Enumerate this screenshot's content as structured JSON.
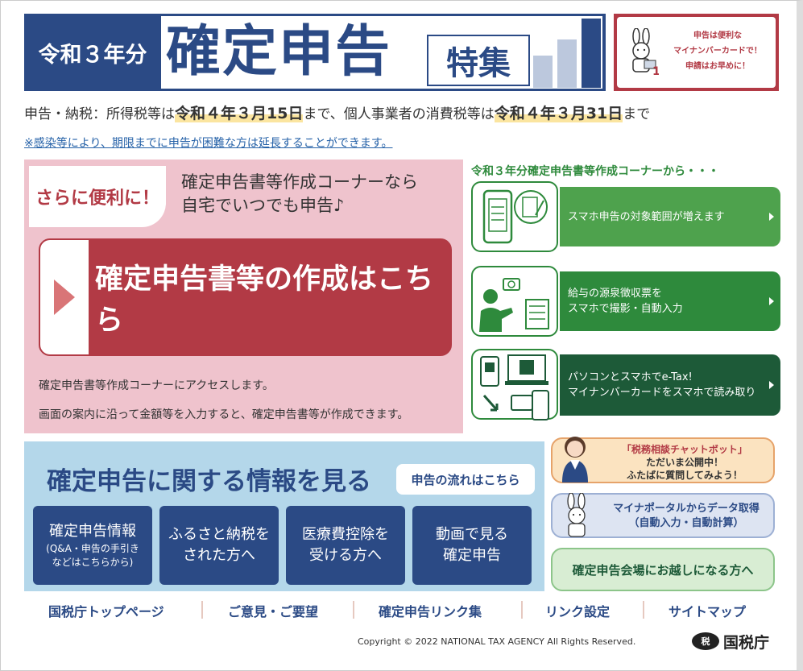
{
  "header": {
    "year_label": "令和３年分",
    "main_title": "確定申告",
    "sub_title": "特集"
  },
  "promo": {
    "line1": "申告は便利な",
    "line2": "マイナンバーカードで！",
    "line3": "申請はお早めに！"
  },
  "deadline": {
    "prefix": "申告・納税：所得税等は",
    "date1": "令和４年３月15日",
    "middle": "まで、個人事業者の消費税等は",
    "date2": "令和４年３月31日",
    "suffix": "まで"
  },
  "extension_link": "※感染等により、期限までに申告が困難な方は延長することができます。",
  "create_section": {
    "badge": "さらに便利に！",
    "lead_line1": "確定申告書等作成コーナーなら",
    "lead_line2": "自宅でいつでも申告♪",
    "button_label": "確定申告書等の作成はこちら",
    "note1": "確定申告書等作成コーナーにアクセスします。",
    "note2": "画面の案内に沿って金額等を入力すると、確定申告書等が作成できます。"
  },
  "features": {
    "title": "令和３年分確定申告書等作成コーナーから・・・",
    "items": [
      {
        "line1": "スマホ申告の対象範囲が増えます",
        "line2": ""
      },
      {
        "line1": "給与の源泉徴収票を",
        "line2": "スマホで撮影・自動入力"
      },
      {
        "line1": "パソコンとスマホでe-Tax!",
        "line2": "マイナンバーカードをスマホで読み取り"
      }
    ]
  },
  "info": {
    "title": "確定申告に関する情報を見る",
    "flow_button": "申告の流れはこちら",
    "tiles": [
      {
        "line1": "確定申告情報",
        "line2": "(Q&A・申告の手引き",
        "line3": "などはこちらから)"
      },
      {
        "line1": "ふるさと納税を",
        "line2": "された方へ"
      },
      {
        "line1": "医療費控除を",
        "line2": "受ける方へ"
      },
      {
        "line1": "動画で見る",
        "line2": "確定申告"
      }
    ]
  },
  "cards": {
    "chatbot_line1": "「税務相談チャットボット」",
    "chatbot_line2": "ただいま公開中！",
    "chatbot_line3": "ふたばに質問してみよう！",
    "portal_line1": "マイナポータルからデータ取得",
    "portal_line2": "（自動入力・自動計算）",
    "venue": "確定申告会場にお越しになる方へ"
  },
  "footer": {
    "nav": [
      "国税庁トップページ",
      "ご意見・ご要望",
      "確定申告リンク集",
      "リンク設定",
      "サイトマップ"
    ],
    "copyright": "Copyright © 2022 NATIONAL TAX AGENCY All Rights Reserved.",
    "agency": "国税庁",
    "logo_glyph": "税"
  },
  "colors": {
    "navy": "#2b4a85",
    "crimson": "#b23a45",
    "pink_bg": "#efc3cd",
    "green": "#2e8a3c",
    "light_blue": "#b4d7ea"
  }
}
